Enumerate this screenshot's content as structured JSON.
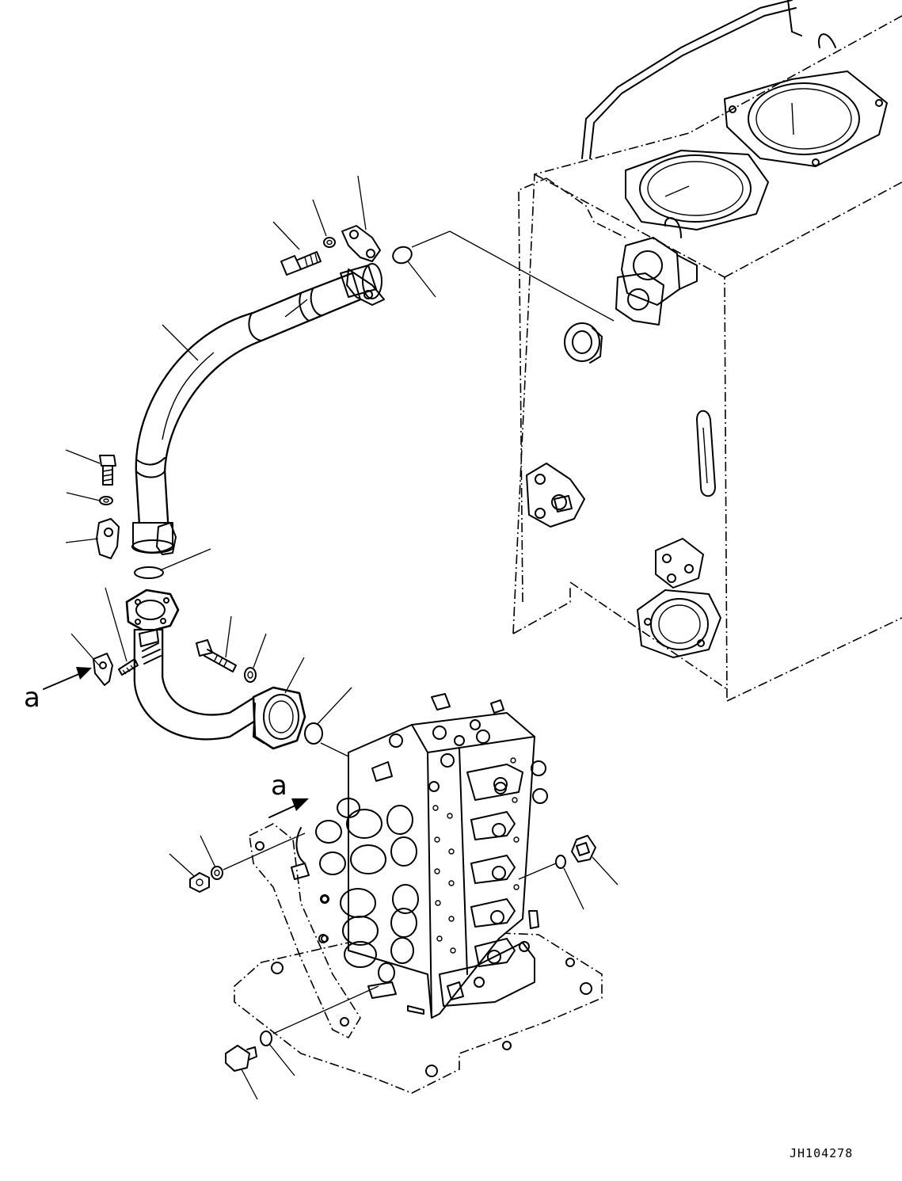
{
  "diagram": {
    "view_label_left": "a",
    "view_label_center": "a",
    "drawing_code": "JH104278"
  }
}
